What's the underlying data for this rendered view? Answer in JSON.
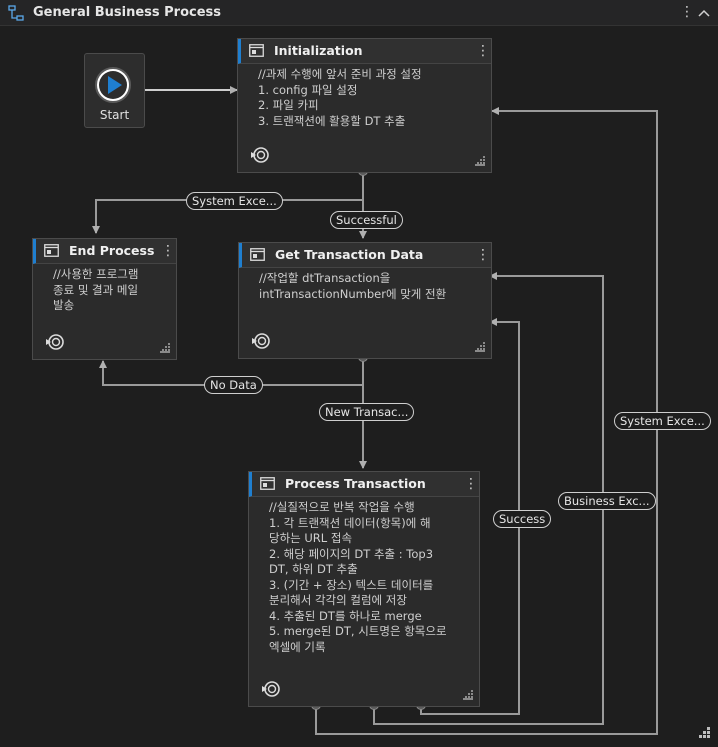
{
  "title": "General Business Process",
  "start": {
    "label": "Start"
  },
  "states": {
    "initialization": {
      "name": "Initialization",
      "body": "//과제 수행에 앞서 준비 과정 설정\n1. config 파일 설정\n2. 파일 카피\n3. 트랜잭션에 활용할 DT 추출"
    },
    "end_process": {
      "name": "End Process",
      "body": "//사용한 프로그램\n종료 및 결과 메일\n발송"
    },
    "get_transaction": {
      "name": "Get Transaction Data",
      "body": "//작업할 dtTransaction을\nintTransactionNumber에 맞게 전환"
    },
    "process_transaction": {
      "name": "Process Transaction",
      "body": "//실질적으로 반복 작업을 수행\n1. 각 트랜잭션 데이터(항목)에 해\n당하는 URL 접속\n2. 해당 페이지의 DT 추출 : Top3\nDT, 하위 DT 추출\n3. (기간 + 장소) 텍스트 데이터를\n분리해서 각각의 컬럼에 저장\n4. 추출된 DT를 하나로 merge\n5. merge된 DT, 시트명은 항목으로\n엑셀에 기록"
    }
  },
  "transitions": {
    "init_system_exception": "System Exce...",
    "init_successful": "Successful",
    "get_no_data": "No Data",
    "get_new_transaction": "New Transac...",
    "process_success": "Success",
    "process_business_exception": "Business Exc...",
    "process_system_exception": "System Exce..."
  },
  "colors": {
    "accent": "#1f7fd0",
    "background": "#1e1e1e",
    "card": "#2b2b2b",
    "connector": "#9a9a9a"
  }
}
